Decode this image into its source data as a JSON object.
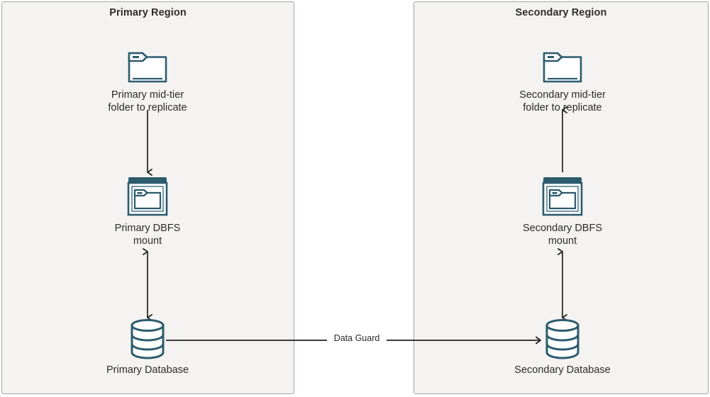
{
  "diagram": {
    "type": "architecture-diagram",
    "background": "#ffffff",
    "panel_fill": "#f4f3f1",
    "panel_border": "#a8a5a2",
    "icon_color": "#2d5b6e",
    "line_color": "#231f20",
    "text_color": "#2b2b2b"
  },
  "regions": [
    {
      "id": "primary",
      "title": "Primary Region",
      "nodes": [
        {
          "id": "primary-folder",
          "icon": "folder-icon",
          "label": "Primary mid-tier\nfolder to replicate"
        },
        {
          "id": "primary-dbfs",
          "icon": "dbfs-mount-icon",
          "label": "Primary DBFS\nmount"
        },
        {
          "id": "primary-db",
          "icon": "database-icon",
          "label": "Primary Database"
        }
      ],
      "connectors": [
        {
          "id": "primary-folder-to-dbfs",
          "from": "primary-folder",
          "to": "primary-dbfs",
          "direction": "down",
          "arrowheads": 1
        },
        {
          "id": "primary-dbfs-to-db",
          "from": "primary-dbfs",
          "to": "primary-db",
          "direction": "both",
          "arrowheads": 2
        }
      ]
    },
    {
      "id": "secondary",
      "title": "Secondary Region",
      "nodes": [
        {
          "id": "secondary-folder",
          "icon": "folder-icon",
          "label": "Secondary mid-tier\nfolder to replicate"
        },
        {
          "id": "secondary-dbfs",
          "icon": "dbfs-mount-icon",
          "label": "Secondary DBFS\nmount"
        },
        {
          "id": "secondary-db",
          "icon": "database-icon",
          "label": "Secondary Database"
        }
      ],
      "connectors": [
        {
          "id": "secondary-dbfs-to-folder",
          "from": "secondary-dbfs",
          "to": "secondary-folder",
          "direction": "up",
          "arrowheads": 1
        },
        {
          "id": "secondary-dbfs-to-db",
          "from": "secondary-dbfs",
          "to": "secondary-db",
          "direction": "both",
          "arrowheads": 2
        }
      ]
    }
  ],
  "cross_region_link": {
    "id": "data-guard-link",
    "label": "Data Guard",
    "from": "primary-db",
    "to": "secondary-db",
    "direction": "right",
    "arrowheads": 1
  }
}
